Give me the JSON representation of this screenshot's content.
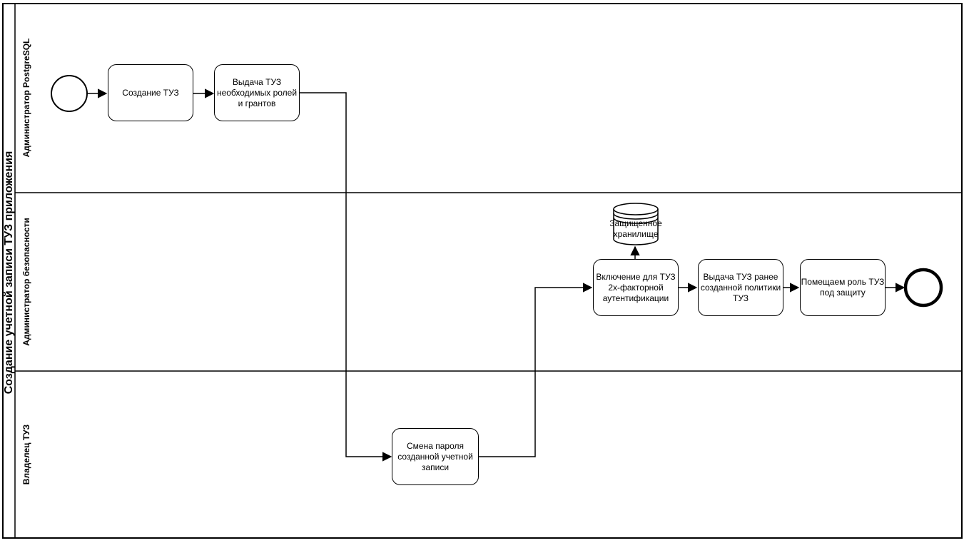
{
  "pool_title": "Создание учетной записи ТУЗ приложения",
  "lanes": [
    {
      "label": "Администратор PostgreSQL"
    },
    {
      "label": "Администратор безопасности"
    },
    {
      "label": "Владелец ТУЗ"
    }
  ],
  "nodes": {
    "start_event": {
      "type": "bpmn-start-event"
    },
    "task_create": {
      "label": "Создание ТУЗ"
    },
    "task_grant": {
      "label": "Выдача ТУЗ\nнеобходимых ролей\nи грантов"
    },
    "task_2fa": {
      "label": "Включение для ТУЗ\n2х-факторной\nаутентификации"
    },
    "task_policy": {
      "label": "Выдача ТУЗ ранее\nсозданной политики\nТУЗ"
    },
    "task_protect": {
      "label": "Помещаем роль ТУЗ\nпод защиту"
    },
    "task_password": {
      "label": "Смена пароля\nсозданной учетной\nзаписи"
    },
    "datastore": {
      "label": "Защищенное\nхранилище"
    },
    "end_event": {
      "type": "bpmn-end-event"
    }
  },
  "colors": {
    "stroke": "#000000",
    "fill": "#ffffff",
    "text": "#000000",
    "background": "#ffffff"
  }
}
